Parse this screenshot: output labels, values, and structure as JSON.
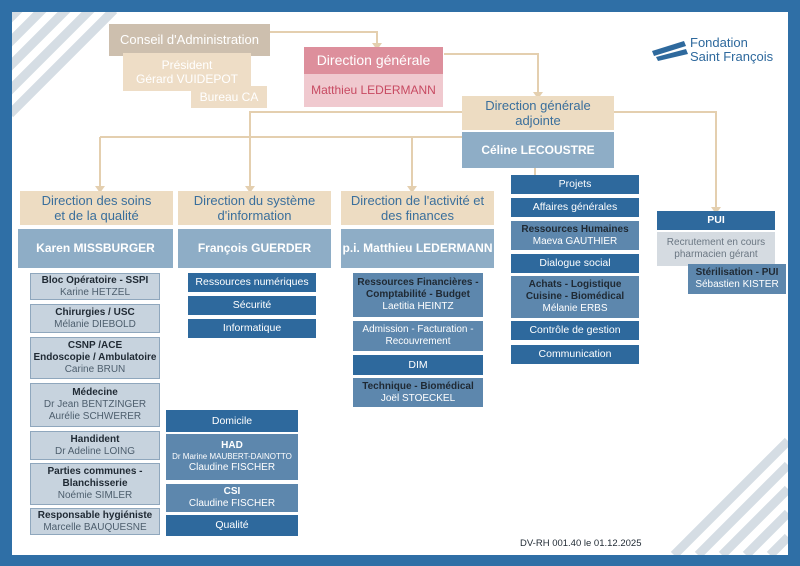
{
  "top": {
    "conseil": "Conseil d'Administration",
    "president_title": "Président",
    "president_name": "Gérard VUIDEPOT",
    "bureau": "Bureau CA",
    "dg_title": "Direction générale",
    "dg_name": "Matthieu LEDERMANN",
    "dga_title": "Direction générale adjointe",
    "dga_name": "Céline LECOUSTRE"
  },
  "logo": {
    "line1": "Fondation",
    "line2": "Saint François"
  },
  "columns": {
    "soins": {
      "title": "Direction des soins et de la qualité",
      "head": "Karen MISSBURGER",
      "items": [
        {
          "title": "Bloc Opératoire - SSPI",
          "name": "Karine HETZEL"
        },
        {
          "title": "Chirurgies / USC",
          "name": "Mélanie DIEBOLD"
        },
        {
          "title": "CSNP /ACE",
          "title2": "Endoscopie / Ambulatoire",
          "name": "Carine BRUN"
        },
        {
          "title": "Médecine",
          "name": "Dr Jean BENTZINGER",
          "name2": "Aurélie SCHWERER"
        },
        {
          "title": "Handident",
          "name": "Dr Adeline LOING"
        },
        {
          "title": "Parties communes -",
          "title2": "Blanchisserie",
          "name": "Noémie SIMLER"
        },
        {
          "title": "Responsable hygiéniste",
          "name": "Marcelle BAUQUESNE"
        }
      ]
    },
    "si": {
      "title": "Direction du système d'information",
      "head": "François GUERDER",
      "items": [
        "Ressources numériques",
        "Sécurité",
        "Informatique"
      ],
      "domicile": "Domicile",
      "had_title": "HAD",
      "had_sub": "Dr Marine MAUBERT-DAINOTTO",
      "had_name": "Claudine FISCHER",
      "csi_title": "CSI",
      "csi_name": "Claudine FISCHER",
      "qualite": "Qualité"
    },
    "activite": {
      "title": "Direction de l'activité et des finances",
      "head": "p.i. Matthieu LEDERMANN",
      "items": [
        {
          "title": "Ressources Financières -",
          "title2": "Comptabilité - Budget",
          "name": "Laetitia HEINTZ"
        },
        {
          "title": "Admission - Facturation -",
          "title2": "Recouvrement"
        },
        {
          "title": "DIM"
        },
        {
          "title": "Technique - Biomédical",
          "name": "Joël STOECKEL"
        }
      ]
    },
    "services": {
      "projets": "Projets",
      "affaires": "Affaires générales",
      "rh_title": "Ressources Humaines",
      "rh_name": "Maeva GAUTHIER",
      "dialogue": "Dialogue social",
      "achats_l1": "Achats - Logistique",
      "achats_l2": "Cuisine - Biomédical",
      "achats_name": "Mélanie ERBS",
      "controle": "Contrôle de gestion",
      "communication": "Communication"
    },
    "pui": {
      "title": "PUI",
      "recrutement": "Recrutement en cours pharmacien gérant",
      "steril_title": "Stérilisation - PUI",
      "steril_name": "Sébastien KISTER"
    }
  },
  "footer": "DV-RH 001.40 le 01.12.2025"
}
